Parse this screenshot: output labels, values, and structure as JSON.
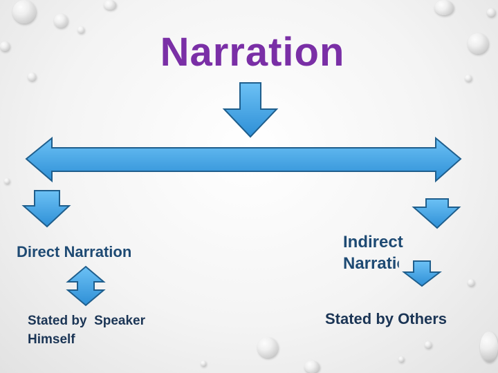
{
  "title": "Narration",
  "left_branch": {
    "label": "Direct Narration",
    "result_line1": "Stated by  Speaker",
    "result_line2": "Himself"
  },
  "right_branch": {
    "label_line1": "Indirect",
    "label_line2": "Narration",
    "result": "Stated by Others"
  },
  "colors": {
    "title": "#7a2fa6",
    "arrow_fill": "#3aa2e6",
    "arrow_stroke": "#1f5e8c",
    "label": "#1e4a73"
  },
  "icons": [
    "down-arrow-icon",
    "double-headed-arrow-icon",
    "up-down-arrow-icon"
  ]
}
